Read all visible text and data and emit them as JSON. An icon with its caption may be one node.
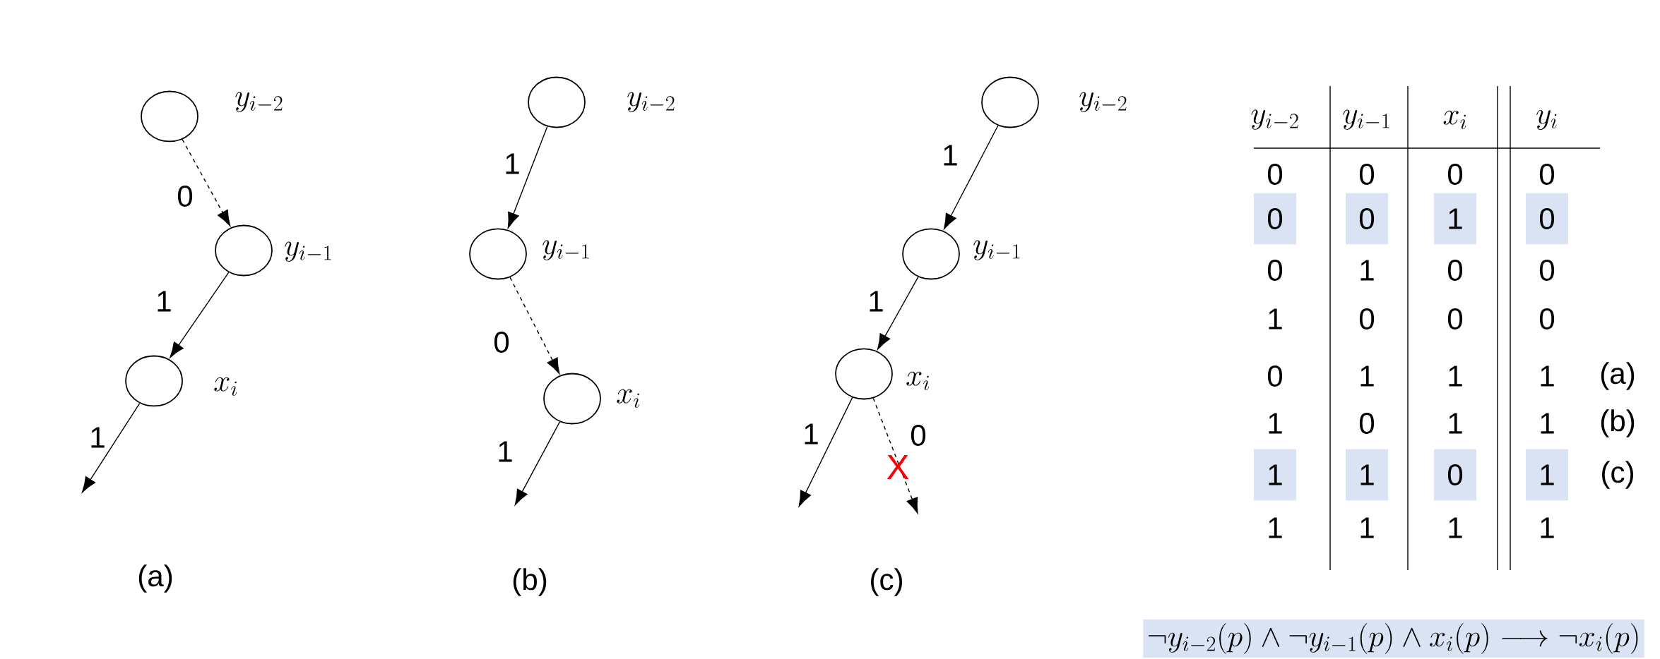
{
  "diagram": {
    "nodes": [
      {
        "text": [],
        "shape": "circle",
        "beside": [
          "y_{i-2}"
        ]
      },
      {
        "text": [],
        "shape": "circle",
        "beside": [
          "y_{i-1}"
        ]
      },
      {
        "text": [],
        "shape": "circle",
        "beside": [
          "x_i"
        ]
      },
      {
        "text": [],
        "shape": "circle",
        "beside": [
          "y_{i-2}"
        ]
      },
      {
        "text": [],
        "shape": "circle",
        "beside": [
          "y_{i-1}"
        ]
      },
      {
        "text": [],
        "shape": "circle",
        "beside": [
          "x_i"
        ]
      },
      {
        "text": [],
        "shape": "circle",
        "beside": [
          "y_{i-2}"
        ]
      },
      {
        "text": [],
        "shape": "circle",
        "beside": [
          "y_{i-1}"
        ]
      },
      {
        "text": [],
        "shape": "circle",
        "beside": [
          "x_i"
        ]
      }
    ],
    "edges": [
      {
        "from": 0,
        "to": 1,
        "arrow": "to",
        "label": "0",
        "style": "dashed"
      },
      {
        "from": 1,
        "to": 2,
        "arrow": "to",
        "label": "1"
      },
      {
        "from": 2,
        "to": null,
        "arrow": "to",
        "label": "1"
      },
      {
        "from": 3,
        "to": 4,
        "arrow": "to",
        "label": "1"
      },
      {
        "from": 4,
        "to": 5,
        "arrow": "to",
        "label": "0",
        "style": "dashed"
      },
      {
        "from": 5,
        "to": null,
        "arrow": "to",
        "label": "1"
      },
      {
        "from": 6,
        "to": 7,
        "arrow": "to",
        "label": "1"
      },
      {
        "from": 7,
        "to": 8,
        "arrow": "to",
        "label": "1"
      },
      {
        "from": 8,
        "to": null,
        "arrow": "to",
        "label": "1"
      },
      {
        "from": 8,
        "to": null,
        "arrow": "to",
        "label": "X",
        "style": "dashed"
      }
    ],
    "labels": [
      "0",
      "(a)",
      "(b)",
      "(c)",
      "y_{i-2}",
      "y_{i-1}",
      "x_i",
      "y_i",
      "0",
      "0",
      "0",
      "0",
      "0",
      "0",
      "1",
      "0",
      "0",
      "1",
      "0",
      "0",
      "1",
      "0",
      "0",
      "0",
      "0",
      "1",
      "1",
      "1",
      "(a)",
      "1",
      "0",
      "1",
      "1",
      "(b)",
      "1",
      "1",
      "0",
      "1",
      "(c)",
      "1",
      "1",
      "1",
      "1",
      "\\neg y_{i-2}(p) \\land \\neg y_{i-1}(p) \\land x_i(p) \\longrightarrow \\neg x_i(p)"
    ]
  }
}
